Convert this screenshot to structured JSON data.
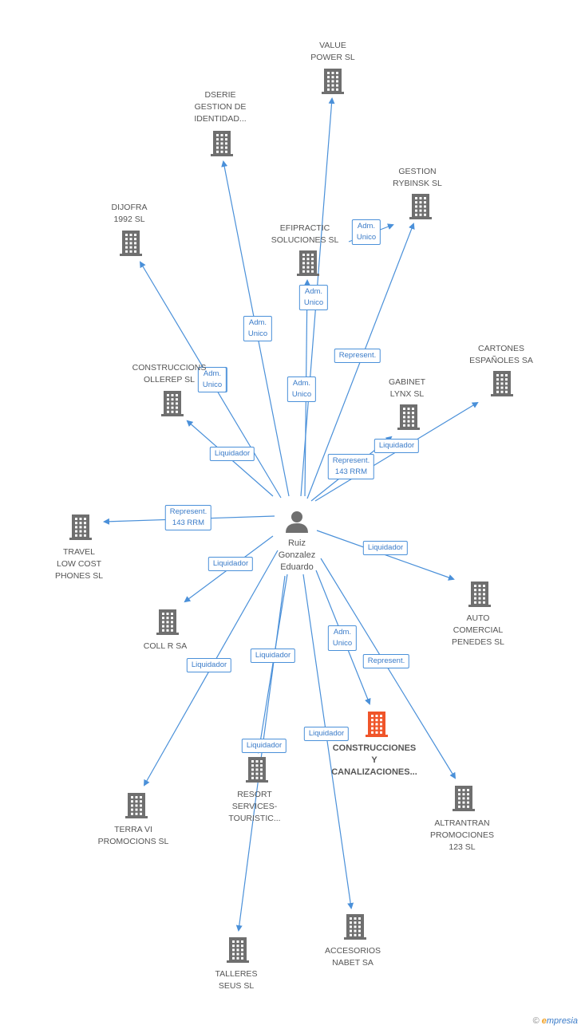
{
  "person": {
    "name": "Ruiz\nGonzalez\nEduardo"
  },
  "companies": [
    {
      "id": "value",
      "name": "VALUE\nPOWER SL",
      "focus": false
    },
    {
      "id": "dserie",
      "name": "DSERIE\nGESTION DE\nIDENTIDAD...",
      "focus": false
    },
    {
      "id": "gestion",
      "name": "GESTION\nRYBINSK SL",
      "focus": false
    },
    {
      "id": "efipractic",
      "name": "EFIPRACTIC\nSOLUCIONES SL",
      "focus": false
    },
    {
      "id": "dijofra",
      "name": "DIJOFRA\n1992 SL",
      "focus": false
    },
    {
      "id": "cartones",
      "name": "CARTONES\nESPAÑOLES SA",
      "focus": false
    },
    {
      "id": "ollerep",
      "name": "CONSTRUCCIONS\nOLLEREP SL",
      "focus": false
    },
    {
      "id": "gabinet",
      "name": "GABINET\nLYNX  SL",
      "focus": false
    },
    {
      "id": "travel",
      "name": "TRAVEL\nLOW COST\nPHONES SL",
      "focus": false
    },
    {
      "id": "auto",
      "name": "AUTO\nCOMERCIAL\nPENEDES SL",
      "focus": false
    },
    {
      "id": "collr",
      "name": "COLL R SA",
      "focus": false
    },
    {
      "id": "construcciones",
      "name": "CONSTRUCCIONES\nY\nCANALIZACIONES...",
      "focus": true
    },
    {
      "id": "resort",
      "name": "RESORT\nSERVICES-\nTOURISTIC...",
      "focus": false
    },
    {
      "id": "terra",
      "name": "TERRA VI\nPROMOCIONS SL",
      "focus": false
    },
    {
      "id": "altrantran",
      "name": "ALTRANTRAN\nPROMOCIONES\n123 SL",
      "focus": false
    },
    {
      "id": "accesorios",
      "name": "ACCESORIOS\nNABET SA",
      "focus": false
    },
    {
      "id": "talleres",
      "name": "TALLERES\nSEUS SL",
      "focus": false
    }
  ],
  "relations": [
    {
      "to": "value",
      "label": "Adm.\nUnico"
    },
    {
      "to": "dserie",
      "label": "Adm.\nUnico"
    },
    {
      "to": "gestion",
      "label": "Represent."
    },
    {
      "to": "efipractic",
      "label": "Adm.\nUnico"
    },
    {
      "to": "efipractic",
      "label": "Adm.\nUnico"
    },
    {
      "to": "dijofra",
      "label": "Adm.\nUnico"
    },
    {
      "to": "cartones",
      "label": "Liquidador"
    },
    {
      "to": "ollerep",
      "label": "Liquidador"
    },
    {
      "to": "gabinet",
      "label": "Represent.\n143 RRM"
    },
    {
      "to": "travel",
      "label": "Represent.\n143 RRM"
    },
    {
      "to": "auto",
      "label": "Liquidador"
    },
    {
      "to": "collr",
      "label": "Liquidador"
    },
    {
      "to": "construcciones",
      "label": "Adm.\nUnico"
    },
    {
      "to": "terra",
      "label": "Liquidador"
    },
    {
      "to": "resort",
      "label": "Liquidador"
    },
    {
      "to": "altrantran",
      "label": "Represent."
    },
    {
      "to": "accesorios",
      "label": "Liquidador"
    },
    {
      "to": "talleres",
      "label": "Liquidador"
    }
  ],
  "extra_labels": [
    {
      "label": "Adm.\nUnico"
    }
  ],
  "colors": {
    "edge": "#4a90d9",
    "building": "#6f6f6f",
    "focus": "#f0552a",
    "person": "#6f6f6f"
  },
  "watermark": {
    "copyright": "©",
    "e": "e",
    "brand": "mpresia"
  }
}
